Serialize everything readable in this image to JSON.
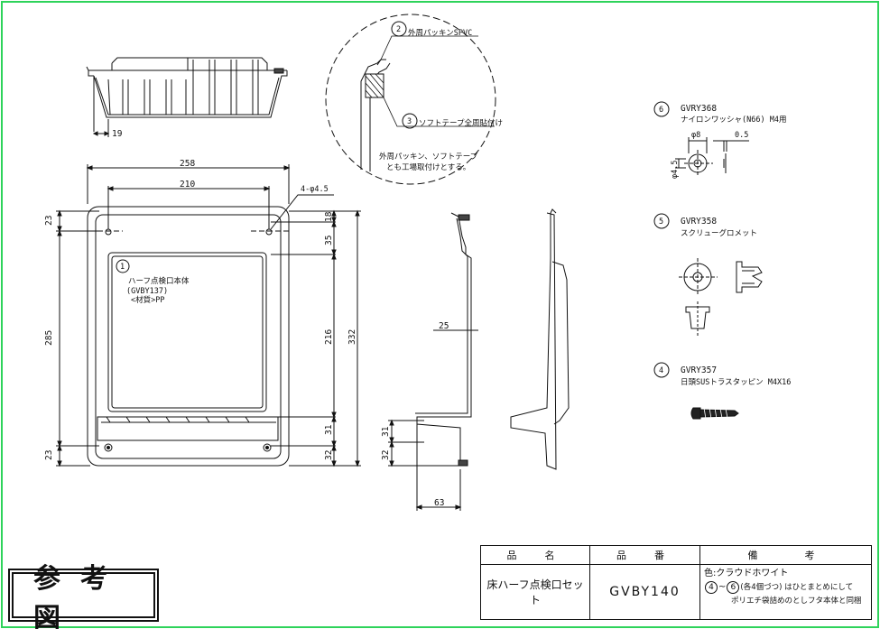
{
  "dims": {
    "d19": "19",
    "d258": "258",
    "d210": "210",
    "d285": "285",
    "d332": "332",
    "d216": "216",
    "d23a": "23",
    "d23b": "23",
    "d18": "18",
    "d35": "35",
    "d31": "31",
    "d32": "32",
    "d25": "25",
    "d63": "63",
    "d31b": "31",
    "d32b": "32",
    "hole": "4-φ4.5"
  },
  "main_callout": {
    "num": "1",
    "line1": "ハーフ点検口本体",
    "line2": "(GVBY137)",
    "line3": "<材質>PP"
  },
  "detail": {
    "c2_num": "2",
    "c2_label": "外周パッキンSPVC",
    "c3_num": "3",
    "c3_label": "ソフトテープ全周貼付け",
    "note1": "外周パッキン、ソフトテープ",
    "note2": "とも工場取付けとする。"
  },
  "parts": [
    {
      "num": "6",
      "code": "GVRY368",
      "desc": "ナイロンワッシャ(N66)  M4用",
      "d_outer": "φ8",
      "d_thick": "0.5",
      "d_inner": "φ4.5"
    },
    {
      "num": "5",
      "code": "GVRY358",
      "desc": "スクリューグロメット"
    },
    {
      "num": "4",
      "code": "GVRY357",
      "desc": "日頭SUSトラスタッピン  M4X16"
    }
  ],
  "table": {
    "headers": [
      "品　名",
      "品　番",
      "備　　考"
    ],
    "product_name": "床ハーフ点検口セット",
    "product_number": "GVBY140",
    "note_color": "色:クラウドホワイト",
    "note_c1": "4",
    "note_sep": "~",
    "note_c2": "6",
    "note_line2_tail": "(各4個づつ) はひとまとめにして",
    "note_line3": "ポリエチ袋詰めのとしフタ本体と同梱"
  },
  "stamp": "参考図",
  "colors": {
    "frame": "#2ed35a",
    "ink": "#111111"
  }
}
